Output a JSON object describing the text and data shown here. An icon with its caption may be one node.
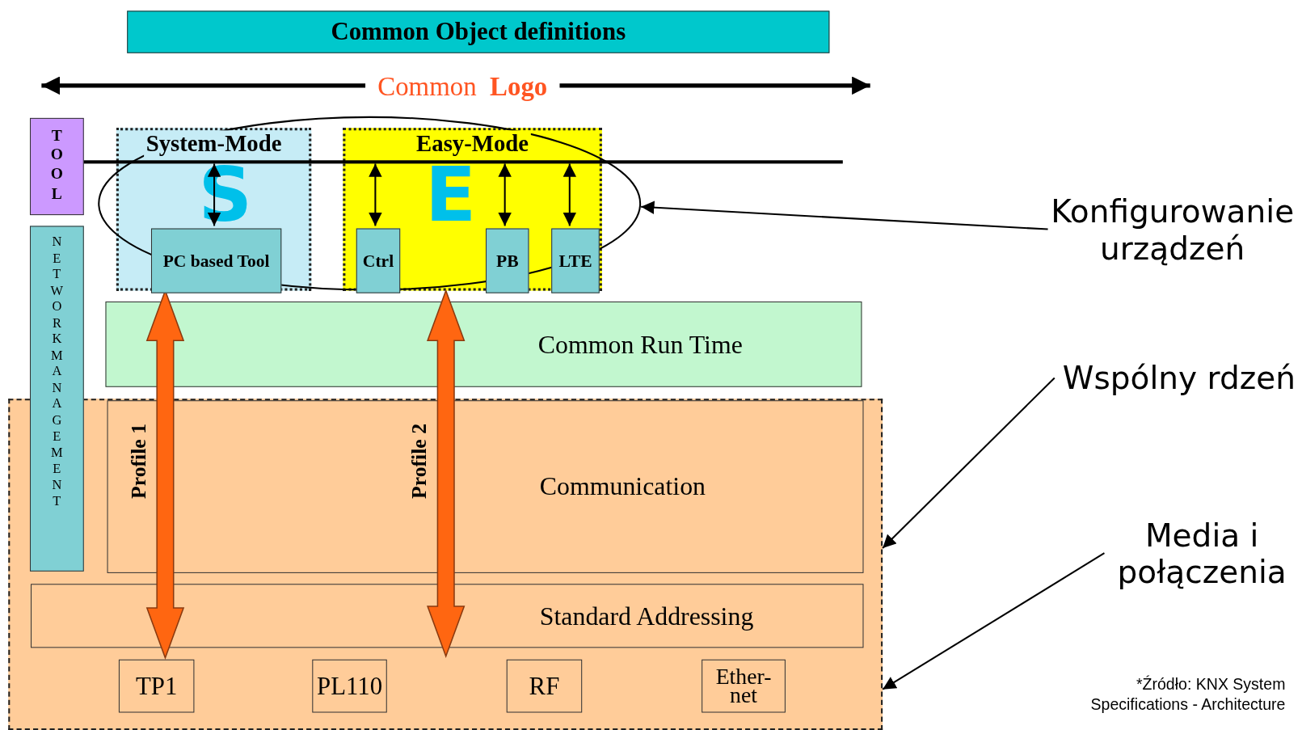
{
  "diagram": {
    "nodes": [
      {
        "text": [
          "Common Object definitions"
        ]
      },
      {
        "text": [
          "TOOL"
        ]
      },
      {
        "text": [],
        "shape": "ellipse"
      },
      {
        "text": [
          "System-Mode",
          "S"
        ],
        "in": 2
      },
      {
        "text": [
          "PC based Tool"
        ],
        "in": 3
      },
      {
        "text": [
          "Easy-Mode",
          "E"
        ],
        "in": 2
      },
      {
        "text": [
          "Ctrl"
        ],
        "in": 5
      },
      {
        "text": [
          "PB"
        ],
        "in": 5
      },
      {
        "text": [
          "LTE"
        ],
        "in": 5
      },
      {
        "text": [],
        "shape": "bar"
      },
      {
        "text": [
          "Konfigurowanie urządzeń"
        ]
      },
      {
        "text": [
          "NETWORK MANAGEMENT"
        ]
      },
      {
        "text": [
          "Common Run Time"
        ]
      },
      {
        "text": [
          "Wspólny rdzeń"
        ]
      },
      {
        "text": [],
        "shape": "box"
      },
      {
        "text": [
          "Communication"
        ],
        "in": 14
      },
      {
        "text": [
          "Media i połączenia"
        ]
      },
      {
        "text": [
          "Standard Addressing"
        ],
        "in": 14
      },
      {
        "text": [
          "TP1"
        ],
        "in": 14
      },
      {
        "text": [
          "PL110"
        ],
        "in": 14
      },
      {
        "text": [
          "RF"
        ],
        "in": 14
      },
      {
        "text": [
          "Ether- net"
        ],
        "in": 14
      }
    ],
    "edges": [
      {
        "from": 9,
        "to": 4,
        "arrow": "both"
      },
      {
        "from": 9,
        "to": 6,
        "arrow": "both"
      },
      {
        "from": 9,
        "to": 7,
        "arrow": "both"
      },
      {
        "from": 9,
        "to": 8,
        "arrow": "both"
      },
      {
        "from": 10,
        "to": 2,
        "arrow": "to"
      },
      {
        "from": 4,
        "to": 18,
        "arrow": "both",
        "label": "Profile 1",
        "style": "thick",
        "color": "#ff6611"
      },
      {
        "from": 5,
        "to": null,
        "arrow": "both",
        "label": "Profile 2",
        "style": "thick",
        "color": "#ff6611"
      },
      {
        "from": 13,
        "to": 14,
        "arrow": "to"
      },
      {
        "from": 16,
        "to": 14,
        "arrow": "to"
      }
    ],
    "labels": [
      "Common **Logo**",
      "*Źródło: KNX System Specifications - Architecture"
    ]
  }
}
